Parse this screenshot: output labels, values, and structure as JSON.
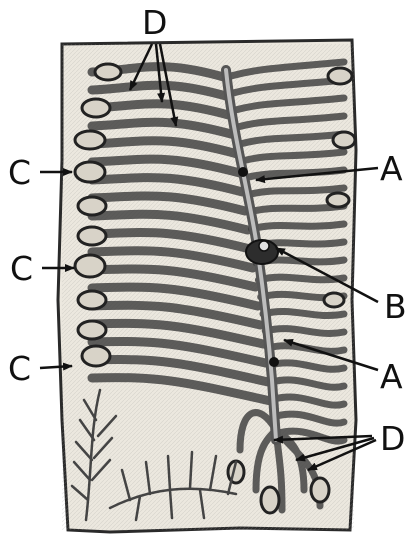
{
  "figure": {
    "labels": {
      "a": "A",
      "b": "B",
      "c": "C",
      "d": "D"
    }
  },
  "colors": {
    "ink": "#1a1a1a",
    "paper": "#ffffff",
    "wood": "#ece8df",
    "gallery": "#8c8c8c"
  }
}
